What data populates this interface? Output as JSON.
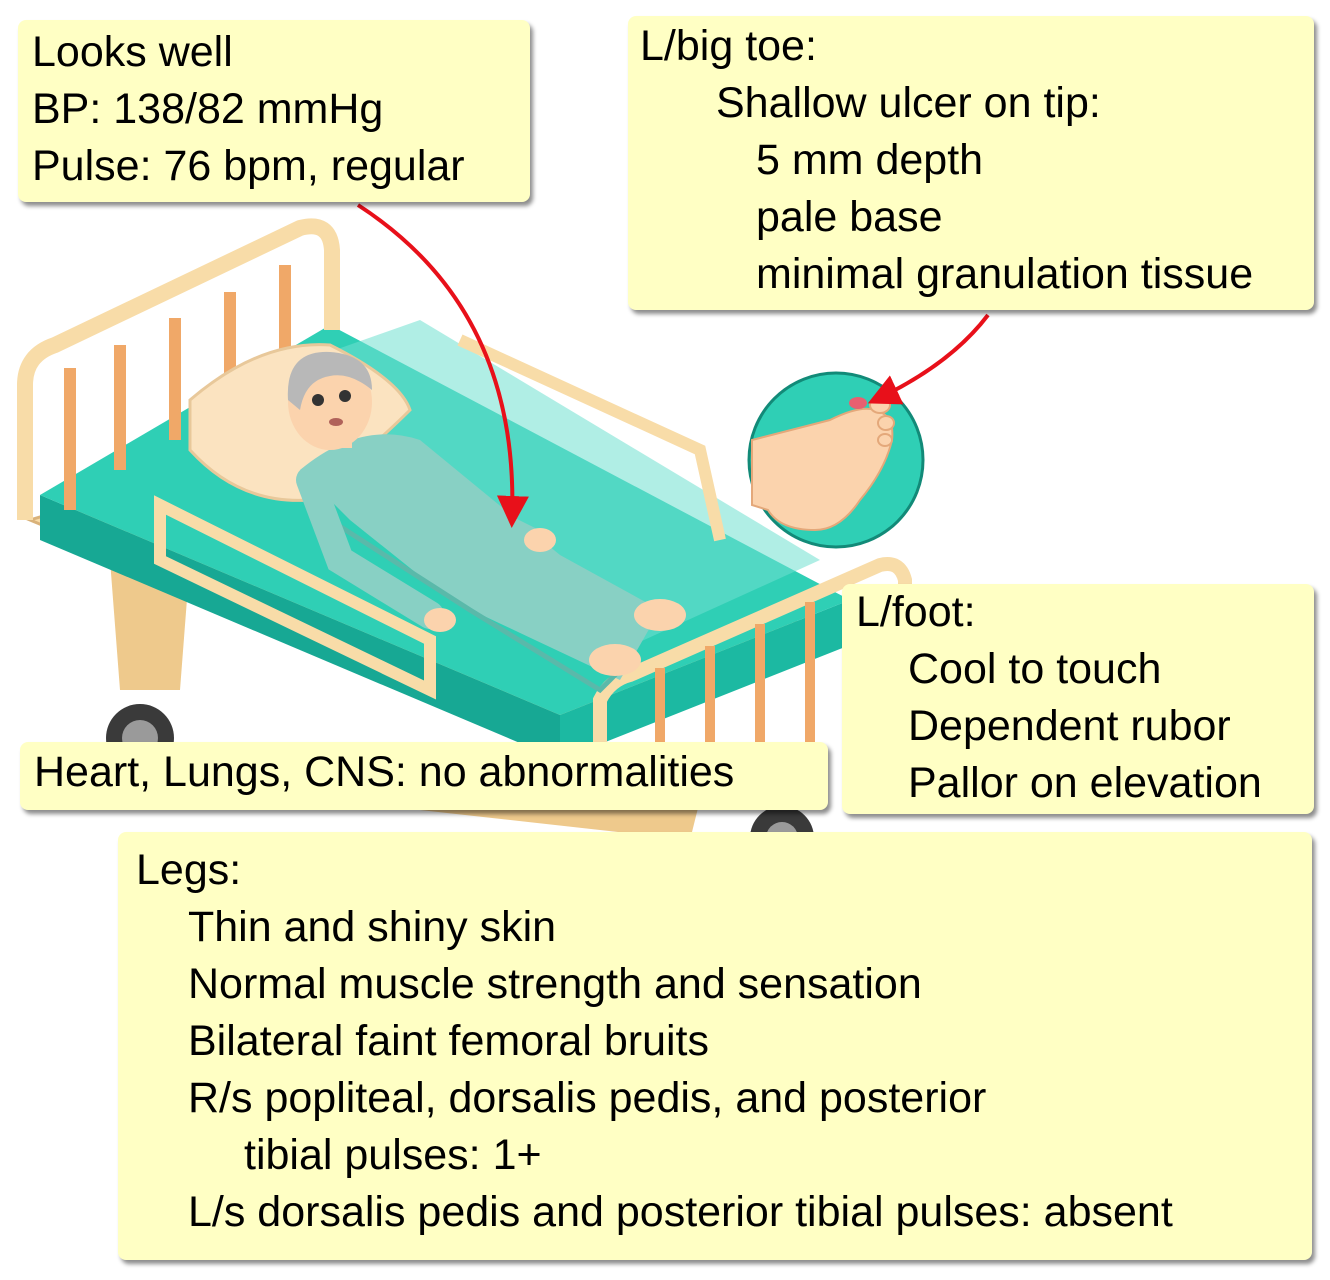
{
  "colors": {
    "note_bg": "#ffffc4",
    "arrow": "#e8101a",
    "mattress": "#2fcfb5",
    "bed_frame": "#f8dca8",
    "gown": "#88d0c4"
  },
  "icons": [
    "hospital-bed-icon",
    "patient-icon",
    "foot-closeup-icon",
    "arrow-icon"
  ],
  "notes": {
    "general": {
      "lines": [
        "Looks well",
        "BP: 138/82 mmHg",
        "Pulse: 76 bpm, regular"
      ]
    },
    "toe": {
      "heading": "L/big toe:",
      "sub": "Shallow ulcer on tip:",
      "items": [
        "5 mm depth",
        "pale base",
        "minimal granulation tissue"
      ]
    },
    "foot": {
      "heading": "L/foot:",
      "items": [
        "Cool to touch",
        "Dependent rubor",
        "Pallor on elevation"
      ]
    },
    "systems": {
      "text": "Heart, Lungs, CNS: no abnormalities"
    },
    "legs": {
      "heading": "Legs:",
      "items": [
        "Thin and shiny skin",
        "Normal muscle strength and sensation",
        "Bilateral faint femoral bruits",
        "R/s popliteal, dorsalis pedis, and posterior"
      ],
      "continuation": "tibial pulses: 1+",
      "last": "L/s dorsalis pedis and posterior tibial pulses: absent"
    }
  }
}
